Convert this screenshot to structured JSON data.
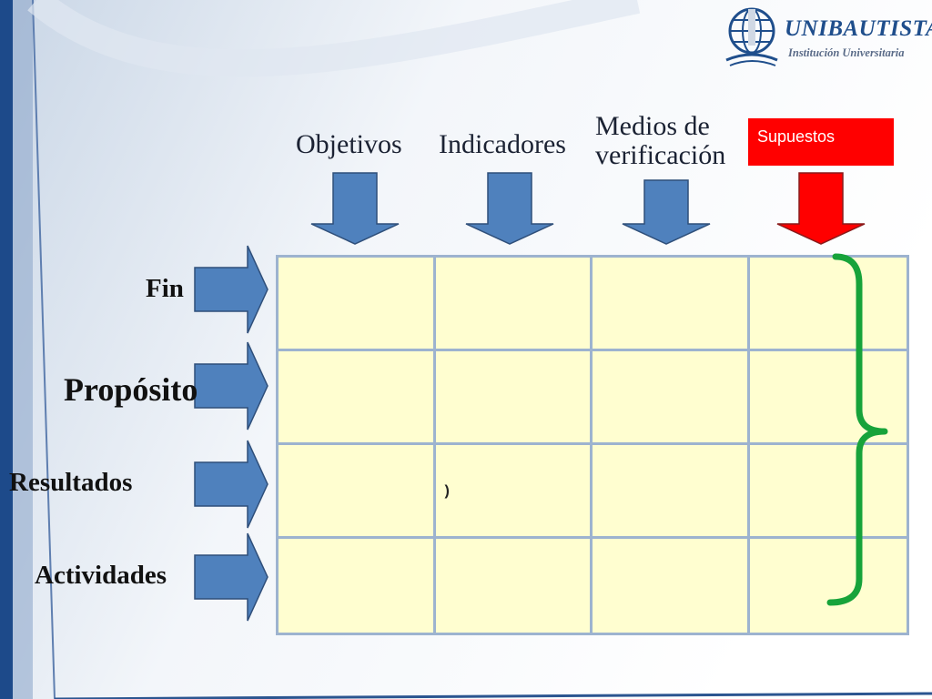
{
  "logo": {
    "name": "UNIBAUTISTA",
    "subtitle": "Institución Universitaria"
  },
  "columns": [
    {
      "label": "Objetivos"
    },
    {
      "label": "Indicadores"
    },
    {
      "label": "Medios de verificación"
    },
    {
      "label": "Supuestos"
    }
  ],
  "rows": [
    {
      "label": "Fin"
    },
    {
      "label": "Propósito"
    },
    {
      "label": "Resultados"
    },
    {
      "label": "Actividades"
    }
  ],
  "cells": [
    [
      "",
      "",
      "",
      ""
    ],
    [
      "",
      "",
      "",
      ""
    ],
    [
      "",
      ")",
      "",
      ""
    ],
    [
      "",
      "",
      "",
      ""
    ]
  ],
  "colors": {
    "arrow_blue": "#4f81bd",
    "arrow_red": "#ff0000",
    "grid_fill": "#fffed0",
    "grid_line": "#9db3cf",
    "bracket_green": "#17a33a"
  }
}
